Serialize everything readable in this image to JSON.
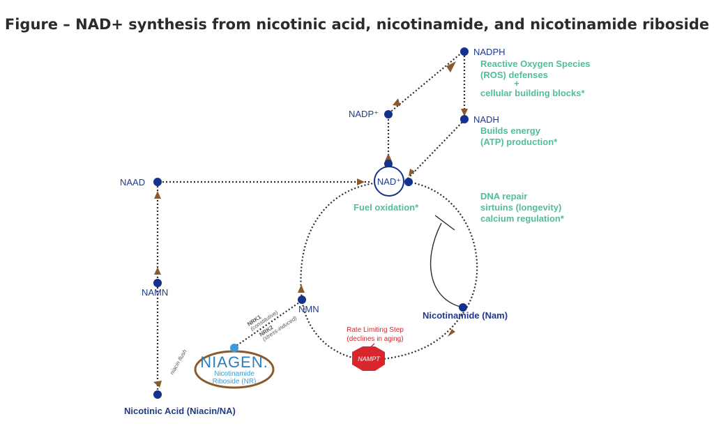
{
  "title": "Figure – NAD+ synthesis from nicotinic acid, nicotinamide, and nicotinamide riboside",
  "nodes": {
    "nadph": "NADPH",
    "nadp": "NADP⁺",
    "nadh": "NADH",
    "nad": "NAD⁺",
    "naad": "NAAD",
    "namn": "NAMN",
    "nmn": "NMN",
    "nam": "Nicotinamide (Nam)",
    "na": "Nicotinic Acid (Niacin/NA)"
  },
  "annotations": {
    "ros_line1": "Reactive Oxygen Species",
    "ros_line2": "(ROS) defenses",
    "ros_plus": "+",
    "ros_line3": "cellular building blocks*",
    "energy_line1": "Builds energy",
    "energy_line2": "(ATP) production*",
    "fuel": "Fuel oxidation*",
    "dna_line1": "DNA repair",
    "dna_line2": "sirtuins (longevity)",
    "dna_line3": "calcium regulation*",
    "rate_line1": "Rate Limiting Step",
    "rate_line2": "(declines in aging)",
    "nampt": "NAMPT",
    "nrk1": "NRK1",
    "nrk1_sub": "(constitutive)",
    "nrk2": "NRK2",
    "nrk2_sub": "(stress-induced)",
    "niacin_flush": "niacin flush"
  },
  "niagen": {
    "logo": "NIAGEN.",
    "sub1": "Nicotinamide",
    "sub2": "Riboside (NR)"
  },
  "colors": {
    "node": "#14318c",
    "arrow": "#8a5a2b",
    "green_text": "#4fbf95",
    "nampt": "#d9262c",
    "nr_dot": "#3a9bd8"
  }
}
